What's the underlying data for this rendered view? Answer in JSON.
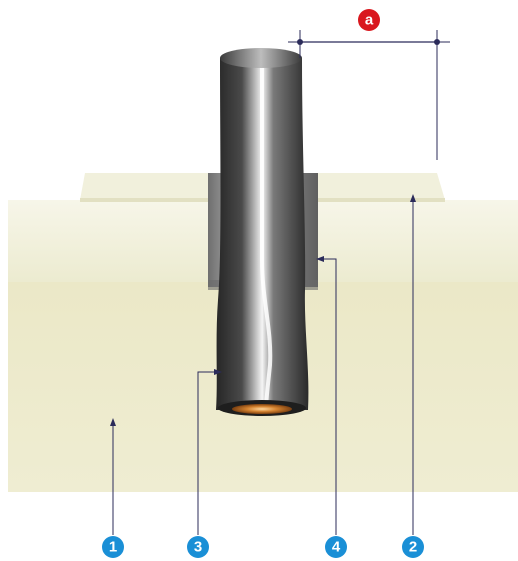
{
  "diagram": {
    "dimension_label": "a",
    "callouts": [
      {
        "id": "1",
        "label": "1"
      },
      {
        "id": "2",
        "label": "2"
      },
      {
        "id": "3",
        "label": "3"
      },
      {
        "id": "4",
        "label": "4"
      }
    ]
  },
  "colors": {
    "callout_blue": "#1a8fd6",
    "dimension_red": "#d9171e",
    "leader_line": "#2b2b5a",
    "substrate": "#ece9c8",
    "overlay_strip": "#efeed6",
    "sleeve": "#8a8a8a",
    "pipe_dark": "#2e2e2e",
    "pipe_highlight": "#f2f2f2",
    "copper": "#c9782e"
  }
}
